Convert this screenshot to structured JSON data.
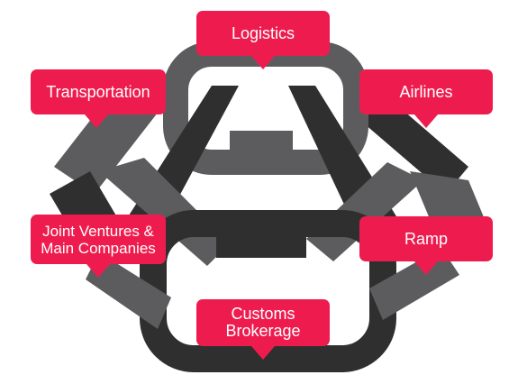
{
  "colors": {
    "accent": "#ee1c4e",
    "link_dark": "#2f2f2f",
    "link_gray": "#5c5c5e",
    "label_text": "#ffffff"
  },
  "diagram": {
    "labels": {
      "logistics": "Logistics",
      "transportation": "Transportation",
      "airlines": "Airlines",
      "joint_ventures": "Joint Ventures &\nMain Companies",
      "ramp": "Ramp",
      "customs": "Customs\nBrokerage"
    }
  }
}
